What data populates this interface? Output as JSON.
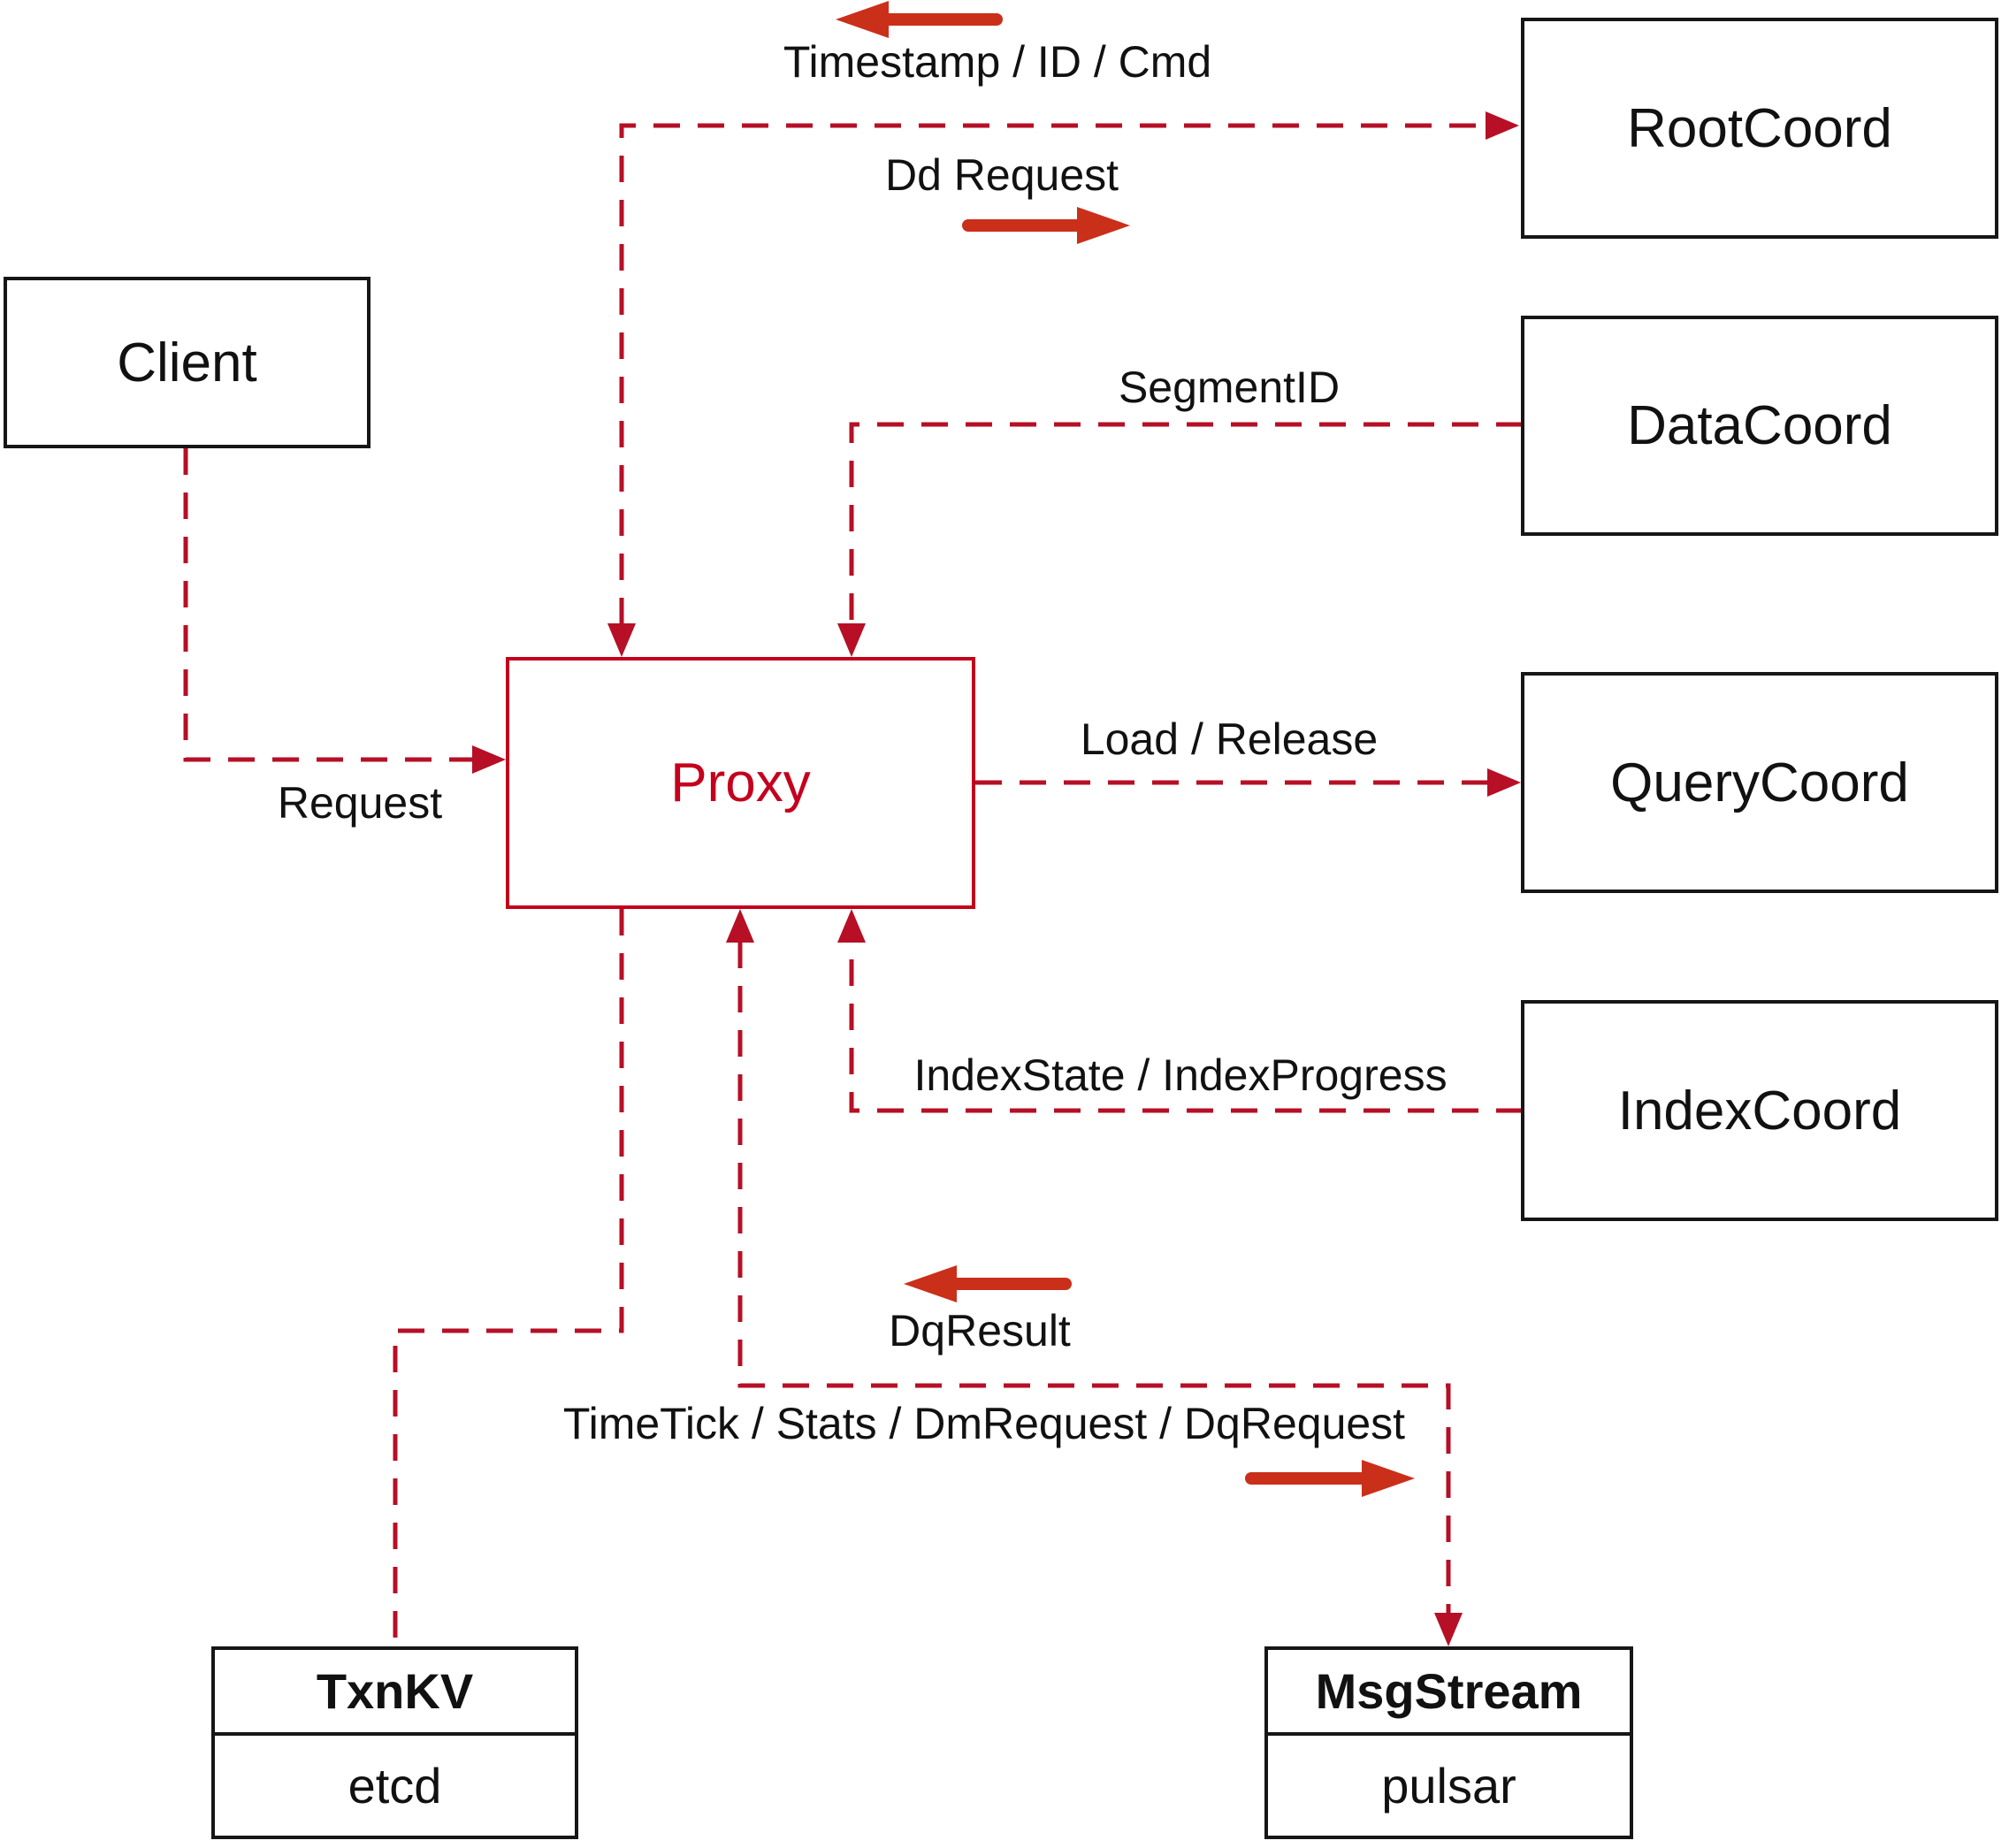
{
  "diagram": {
    "nodes": {
      "client": {
        "label": "Client"
      },
      "proxy": {
        "label": "Proxy"
      },
      "rootcoord": {
        "label": "RootCoord"
      },
      "datacoord": {
        "label": "DataCoord"
      },
      "querycoord": {
        "label": "QueryCoord"
      },
      "indexcoord": {
        "label": "IndexCoord"
      },
      "txnkv": {
        "title": "TxnKV",
        "value": "etcd"
      },
      "msgstream": {
        "title": "MsgStream",
        "value": "pulsar"
      }
    },
    "edge_labels": {
      "timestamp": "Timestamp / ID / Cmd",
      "dd_request": "Dd Request",
      "segment_id": "SegmentID",
      "request": "Request",
      "load_release": "Load / Release",
      "index_state": "IndexState / IndexProgress",
      "dq_result": "DqResult",
      "time_tick": "TimeTick / Stats / DmRequest / DqRequest"
    },
    "colors": {
      "dashed_line": "#b60f26",
      "solid_arrow": "#ca2f1a",
      "proxy_accent": "#c4001d",
      "box_border": "#161616",
      "text": "#111111",
      "background": "#ffffff"
    }
  }
}
